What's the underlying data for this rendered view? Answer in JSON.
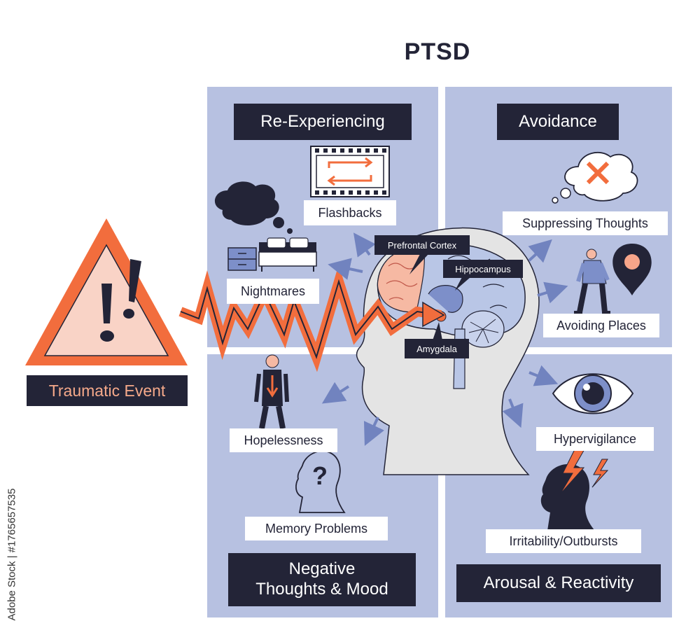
{
  "title": "PTSD",
  "trigger": {
    "label": "Traumatic Event"
  },
  "quadrants": {
    "re_experiencing": {
      "title": "Re-Experiencing",
      "items": [
        "Flashbacks",
        "Nightmares"
      ]
    },
    "avoidance": {
      "title": "Avoidance",
      "items": [
        "Suppressing Thoughts",
        "Avoiding Places"
      ]
    },
    "negative_mood": {
      "title_line1": "Negative",
      "title_line2": "Thoughts & Mood",
      "items": [
        "Hopelessness",
        "Memory Problems"
      ]
    },
    "arousal": {
      "title": "Arousal & Reactivity",
      "items": [
        "Hypervigilance",
        "Irritability/Outbursts"
      ]
    }
  },
  "brain_regions": [
    "Prefrontal Cortex",
    "Hippocampus",
    "Amygdala"
  ],
  "side_text": "Adobe Stock | #1765657535",
  "colors": {
    "panel": "#b7c1e1",
    "dark": "#232437",
    "orange": "#f26d3d",
    "arrow": "#7183bf",
    "skin": "#e4e4e4",
    "brain": "#b9c6e6",
    "cortex": "#f6b9a3"
  }
}
